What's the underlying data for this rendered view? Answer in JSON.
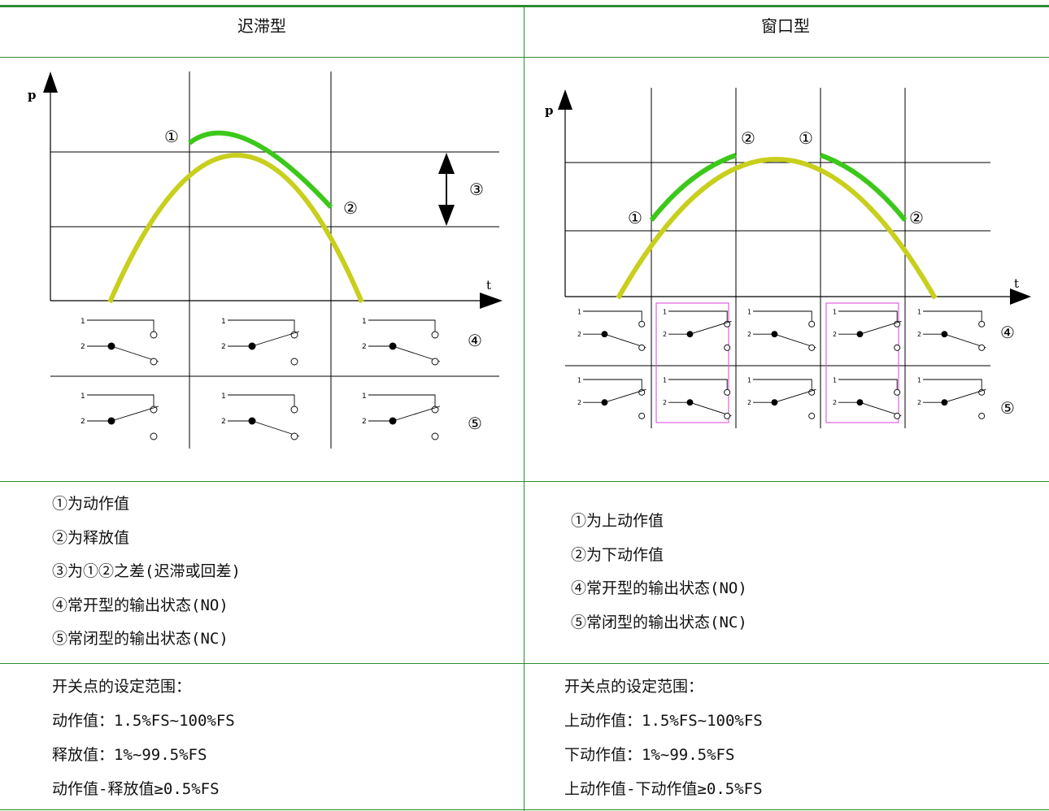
{
  "headers": {
    "left": "迟滞型",
    "right": "窗口型"
  },
  "colors": {
    "table_border": "#2e8b2e",
    "curve": "#c8cf1c",
    "active": "#3cc81a",
    "frame": "#e060e0"
  },
  "left_diagram": {
    "y_label": "p",
    "x_label": "t",
    "point_action": "①",
    "point_release": "②",
    "difference": "③",
    "row_no": "④",
    "row_nc": "⑤",
    "contact_top": "1",
    "contact_bottom": "2"
  },
  "right_diagram": {
    "y_label": "p",
    "x_label": "t",
    "p1_left": "①",
    "p2_left": "②",
    "p1_right": "①",
    "p2_right": "②",
    "row_no": "④",
    "row_nc": "⑤",
    "contact_top": "1",
    "contact_bottom": "2"
  },
  "left_notes": [
    "①为动作值",
    "②为释放值",
    "③为①②之差(迟滞或回差)",
    "④常开型的输出状态(NO)",
    "⑤常闭型的输出状态(NC)"
  ],
  "right_notes": [
    "①为上动作值",
    "②为下动作值",
    "④常开型的输出状态(NO)",
    "⑤常闭型的输出状态(NC)"
  ],
  "left_range": [
    "开关点的设定范围：",
    "动作值：1.5%FS~100%FS",
    "释放值：1%~99.5%FS",
    "动作值-释放值≥0.5%FS"
  ],
  "right_range": [
    "开关点的设定范围：",
    "上动作值：1.5%FS~100%FS",
    "下动作值：1%~99.5%FS",
    "上动作值-下动作值≥0.5%FS"
  ]
}
